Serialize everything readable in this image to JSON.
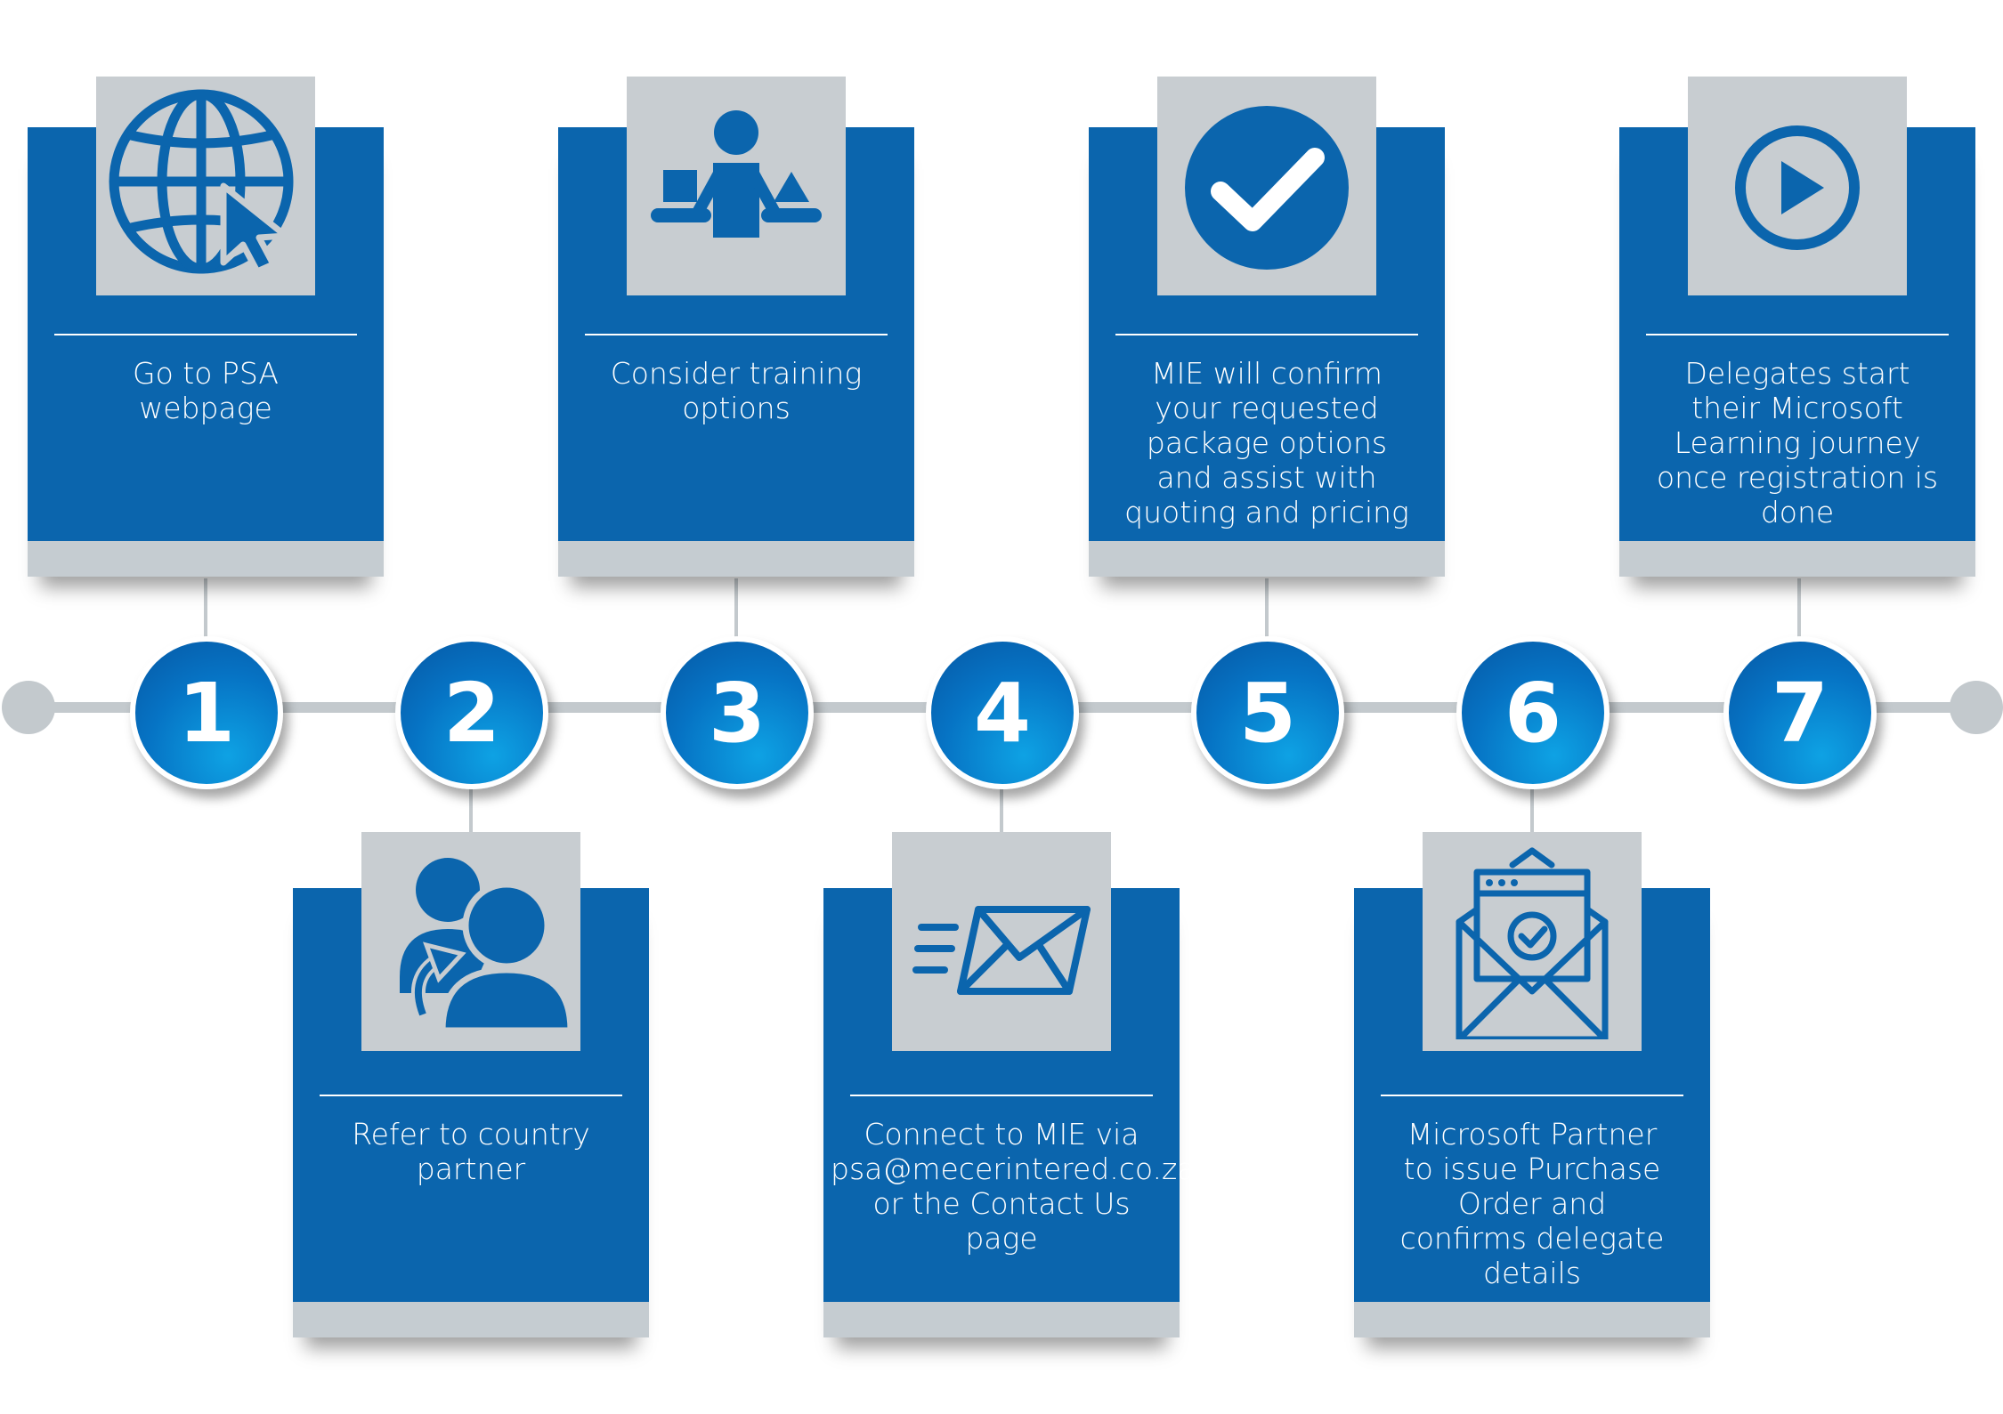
{
  "steps": [
    {
      "number": "1",
      "text": "Go to PSA\nwebpage",
      "icon": "globe-cursor-icon"
    },
    {
      "number": "2",
      "text": "Refer to country\npartner",
      "icon": "users-refer-icon"
    },
    {
      "number": "3",
      "text": "Consider training\noptions",
      "icon": "person-options-icon"
    },
    {
      "number": "4",
      "text": "Connect to MIE via\npsa@mecerintered.co.za\nor the Contact Us\npage",
      "icon": "send-mail-icon"
    },
    {
      "number": "5",
      "text": "MIE will confirm\nyour requested\npackage options\nand assist with\nquoting and pricing",
      "icon": "checkmark-icon"
    },
    {
      "number": "6",
      "text": "Microsoft Partner\nto issue Purchase\nOrder and\nconfirms delegate\ndetails",
      "icon": "email-confirm-icon"
    },
    {
      "number": "7",
      "text": "Delegates start\ntheir Microsoft\nLearning journey\nonce registration is\ndone",
      "icon": "play-icon"
    }
  ],
  "colors": {
    "card_blue": "#0b65ad",
    "tile_gray": "#c8cdd1",
    "line_gray": "#c3c9cd",
    "circle_light": "#0ea2e4",
    "circle_dark": "#0557a3"
  }
}
